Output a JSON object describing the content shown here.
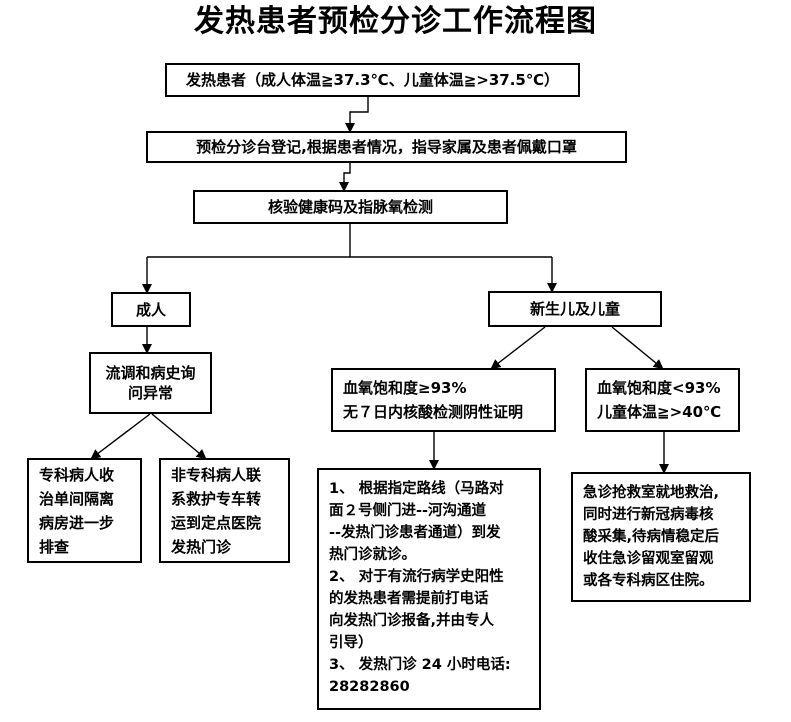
{
  "diagram": {
    "title": "发热患者预检分诊工作流程图",
    "nodes": {
      "fever_patient": "发热患者（成人体温≧37.3℃、儿童体温≧>37.5℃）",
      "triage_registration": "预检分诊台登记,根据患者情况，指导家属及患者佩戴口罩",
      "health_code_check": "核验健康码及指脉氧检测",
      "adult": "成人",
      "newborn_child": "新生儿及儿童",
      "epidemiology_inquiry": "流调和病史询\n问异常",
      "specialty_isolation": "专科病人收\n治单间隔离\n病房进一步\n排查",
      "non_specialty_transfer": "非专科病人联\n系救护专车转\n运到定点医院\n发热门诊",
      "spo2_normal": "血氧饱和度≥93%\n无７日内核酸检测阴性证明",
      "spo2_low": "血氧饱和度<93%\n儿童体温≧>40℃",
      "route_instructions": "1、 根据指定路线（马路对\n面２号侧门进--河沟通道\n--发热门诊患者通道）到发\n热门诊就诊。\n2、 对于有流行病学史阳性\n的发热患者需提前打电话\n向发热门诊报备,并由专人\n引导）\n3、 发热门诊 24 小时电话:\n28282860",
      "emergency_rescue": "急诊抢救室就地救治,\n同时进行新冠病毒核\n酸采集,待病情稳定后\n收住急诊留观室留观\n或各专科病区住院。"
    }
  }
}
